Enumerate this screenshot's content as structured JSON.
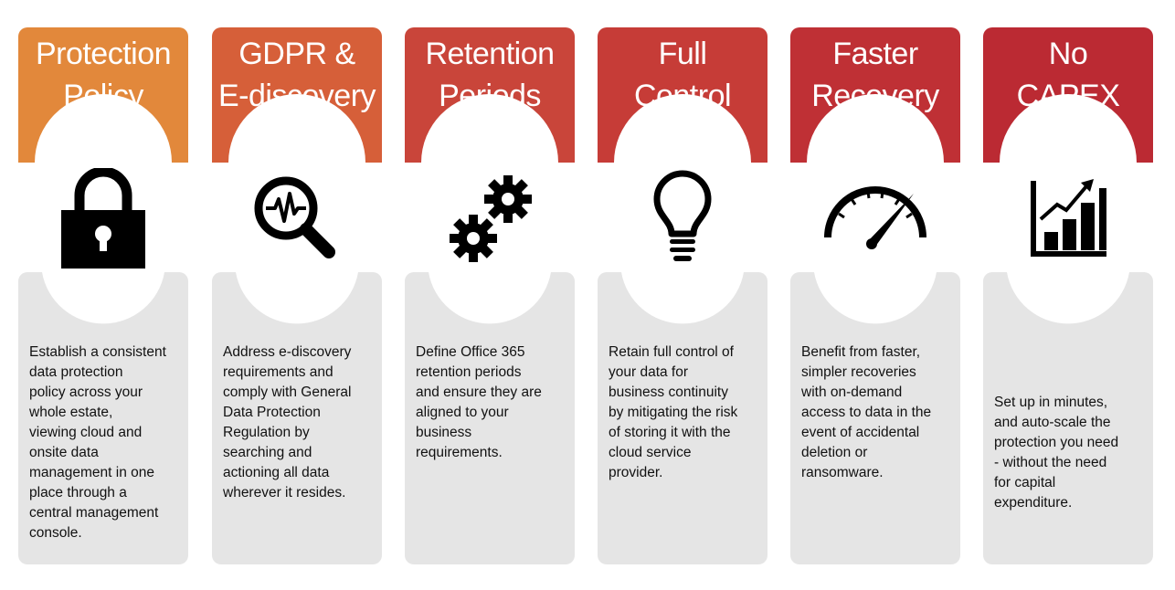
{
  "columns": [
    {
      "title_line1": "Protection",
      "title_line2": "Policy",
      "icon": "padlock-icon",
      "color": "#E2883B",
      "description": "Establish a consistent\ndata protection\npolicy across your\nwhole estate,\nviewing cloud and\nonsite data\nmanagement in one\nplace through a\ncentral management\nconsole."
    },
    {
      "title_line1": "GDPR &",
      "title_line2": "E-discovery",
      "icon": "magnifier-waveform-icon",
      "color": "#D65F39",
      "description": "Address e-discovery\nrequirements and\ncomply with General\nData Protection\nRegulation by\nsearching and\nactioning all data\nwherever it resides."
    },
    {
      "title_line1": "Retention",
      "title_line2": "Periods",
      "icon": "gears-icon",
      "color": "#C9453A",
      "description": "Define Office 365\nretention periods\nand ensure they are\naligned to your\nbusiness\nrequirements."
    },
    {
      "title_line1": "Full",
      "title_line2": "Control",
      "icon": "lightbulb-icon",
      "color": "#C63C37",
      "description": "Retain full control of\nyour data for\nbusiness continuity\nby mitigating the risk\nof storing it with the\ncloud service\nprovider."
    },
    {
      "title_line1": "Faster",
      "title_line2": "Recovery",
      "icon": "speedometer-icon",
      "color": "#BF3035",
      "description": "Benefit from faster,\nsimpler recoveries\nwith on-demand\naccess to data in the\nevent of accidental\ndeletion or\nransomware."
    },
    {
      "title_line1": "No",
      "title_line2": "CAPEX",
      "icon": "growth-chart-icon",
      "color": "#BB2A33",
      "description": "Set up in minutes,\nand auto-scale the\nprotection you need\n-  without the need\nfor capital\nexpenditure."
    }
  ],
  "card_color": "#E5E5E5"
}
